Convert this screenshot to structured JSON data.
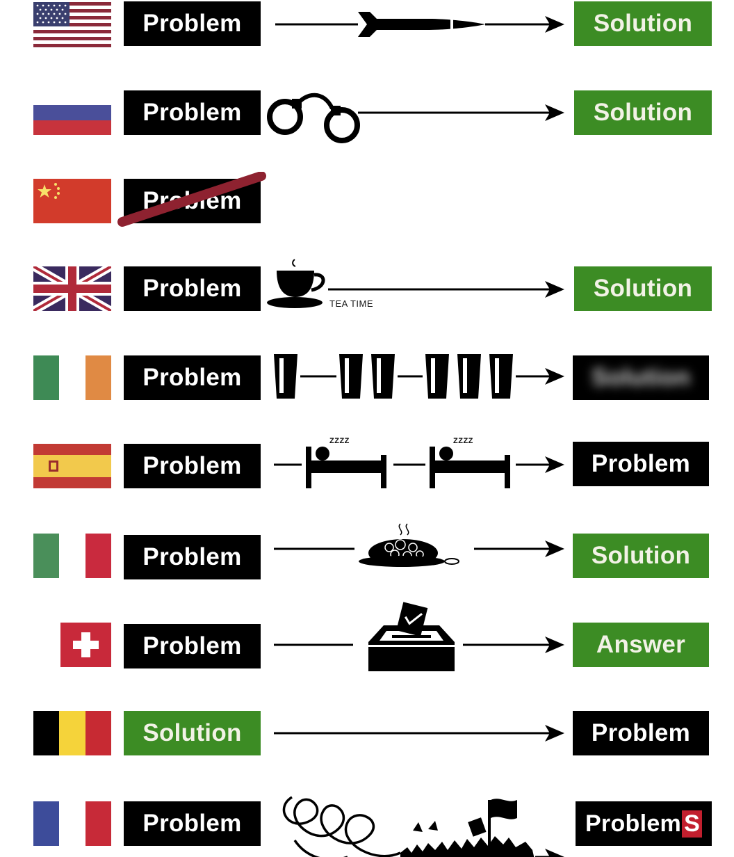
{
  "rows": [
    {
      "country": "usa",
      "left": "Problem",
      "left_color": "black",
      "right": "Solution",
      "right_color": "green"
    },
    {
      "country": "russia",
      "left": "Problem",
      "left_color": "black",
      "right": "Solution",
      "right_color": "green"
    },
    {
      "country": "china",
      "left": "Problem",
      "left_color": "black",
      "right": "",
      "right_color": ""
    },
    {
      "country": "uk",
      "left": "Problem",
      "left_color": "black",
      "right": "Solution",
      "right_color": "green",
      "mid_text": "TEA TIME"
    },
    {
      "country": "ireland",
      "left": "Problem",
      "left_color": "black",
      "right": "Solution",
      "right_color": "black",
      "right_blurred": true
    },
    {
      "country": "spain",
      "left": "Problem",
      "left_color": "black",
      "right": "Problem",
      "right_color": "black",
      "mid_text": "ZZZZ"
    },
    {
      "country": "italy",
      "left": "Problem",
      "left_color": "black",
      "right": "Solution",
      "right_color": "green"
    },
    {
      "country": "switzerland",
      "left": "Problem",
      "left_color": "black",
      "right": "Answer",
      "right_color": "green"
    },
    {
      "country": "belgium",
      "left": "Solution",
      "left_color": "green",
      "right": "Problem",
      "right_color": "black"
    },
    {
      "country": "france",
      "left": "Problem",
      "left_color": "black",
      "right_main": "Problem",
      "right_suffix": "S",
      "right_color": "black"
    }
  ],
  "colors": {
    "black": "#000000",
    "green": "#3c8c24",
    "red_accent": "#c21f2e"
  },
  "icons": [
    "flag-icon",
    "missile-icon",
    "handcuffs-icon",
    "strike-through-icon",
    "teacup-icon",
    "pint-glass-icon",
    "sleeping-bed-icon",
    "spaghetti-icon",
    "ballot-box-icon",
    "tangled-line-icon",
    "protest-crowd-icon",
    "arrow-icon"
  ]
}
